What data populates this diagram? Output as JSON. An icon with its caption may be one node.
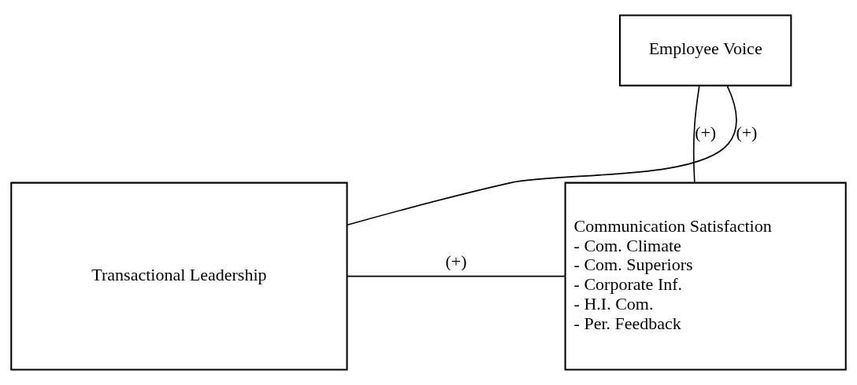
{
  "diagram": {
    "nodes": [
      {
        "text": [
          "Employee Voice"
        ]
      },
      {
        "text": [
          "Transactional Leadership"
        ]
      },
      {
        "text": [
          "Communication Satisfaction",
          "- Com. Climate",
          "- Com. Superiors",
          "- Corporate Inf.",
          "- H.I. Com.",
          "- Per. Feedback"
        ]
      }
    ],
    "edges": [
      {
        "from": 1,
        "to": 0,
        "arrow": "none",
        "label": "(+)"
      },
      {
        "from": 0,
        "to": 2,
        "arrow": "none",
        "label": "(+)"
      },
      {
        "from": 1,
        "to": 2,
        "arrow": "none",
        "label": "(+)"
      }
    ]
  }
}
